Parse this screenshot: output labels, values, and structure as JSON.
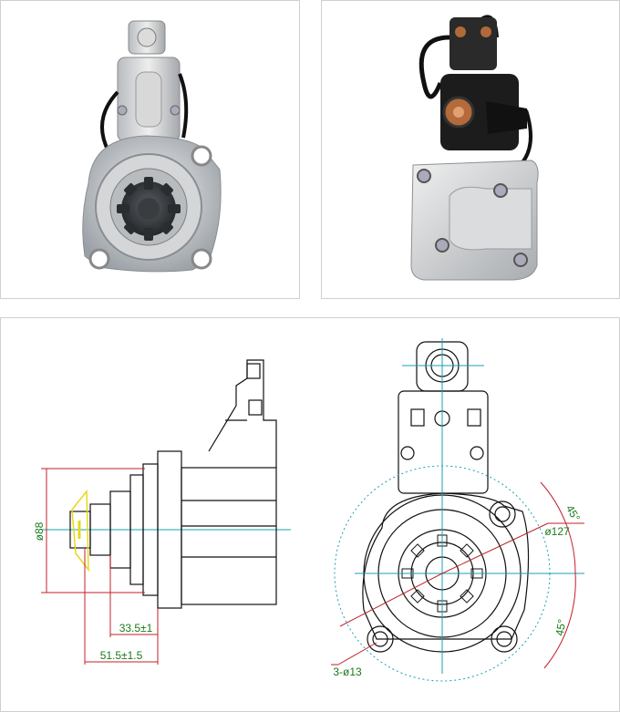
{
  "colors": {
    "dim_red": "#c0202a",
    "dim_green": "#1a7a1a",
    "center_cyan": "#1aa0b0",
    "outline": "#111111",
    "highlight_yellow": "#e8d81a"
  },
  "photos": {
    "front": {
      "name": "starter-motor-front-photo"
    },
    "rear": {
      "name": "starter-motor-rear-photo"
    }
  },
  "drawing": {
    "side_view": {
      "diameter_label": "ø88",
      "dim1_label": "33.5±1",
      "dim2_label": "51.5±1.5"
    },
    "front_view": {
      "bolt_circle_label": "ø127",
      "angle_top_label": "45°",
      "angle_bottom_label": "45°",
      "holes_label": "3-ø13"
    }
  }
}
